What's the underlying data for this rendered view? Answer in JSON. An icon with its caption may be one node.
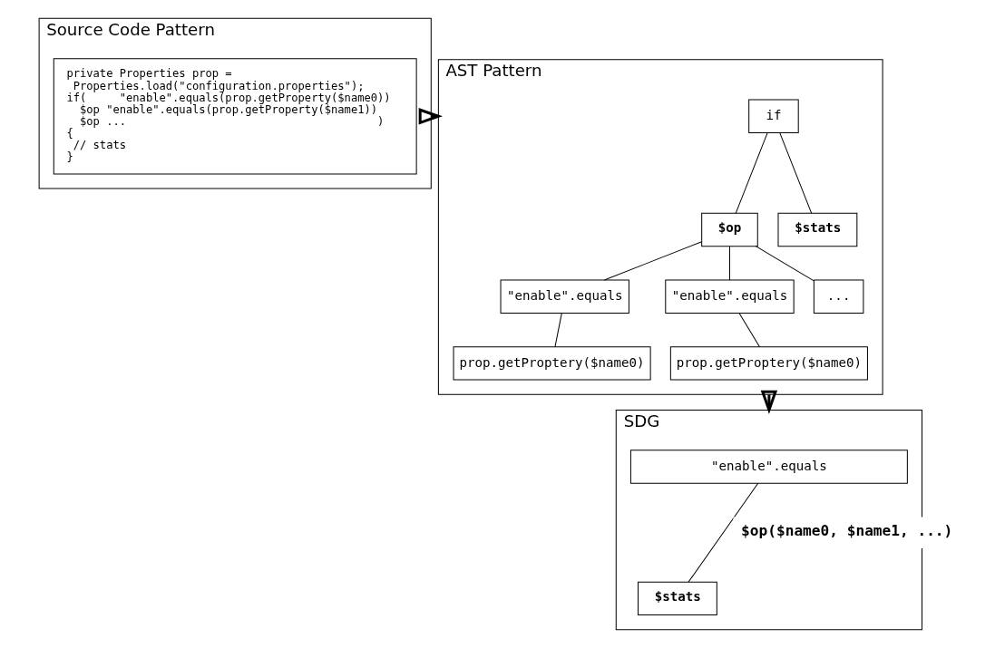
{
  "diagram": {
    "nodes": [
      {
        "text": [
          "Source Code Pattern"
        ]
      },
      {
        "text": [
          "private Properties prop =",
          "  Properties.load(\"configuration.properties\");",
          "if(     \"enable\".equals(prop.getProperty($name0))",
          "   $op \"enable\".equals(prop.getProperty($name1))",
          "   $op ...                                      )",
          "{",
          "  // stats",
          "}"
        ],
        "in": 0
      },
      {
        "text": [
          "AST Pattern"
        ]
      },
      {
        "text": [
          "if"
        ],
        "in": 2
      },
      {
        "text": [
          "$op"
        ],
        "in": 2
      },
      {
        "text": [
          "$stats"
        ],
        "in": 2
      },
      {
        "text": [
          "\"enable\".equals"
        ],
        "in": 2
      },
      {
        "text": [
          "\"enable\".equals"
        ],
        "in": 2
      },
      {
        "text": [
          "..."
        ],
        "in": 2
      },
      {
        "text": [
          "prop.getProptery($name0)"
        ],
        "in": 2
      },
      {
        "text": [
          "prop.getProptery($name0)"
        ],
        "in": 2
      },
      {
        "text": [
          "SDG"
        ]
      },
      {
        "text": [
          "\"enable\".equals"
        ],
        "in": 11
      },
      {
        "text": [
          "$stats"
        ],
        "in": 11
      }
    ],
    "edges": [
      {
        "from": 0,
        "to": 2,
        "arrow": "to",
        "style": "thick"
      },
      {
        "from": 3,
        "to": 4,
        "arrow": "none"
      },
      {
        "from": 3,
        "to": 5,
        "arrow": "none"
      },
      {
        "from": 4,
        "to": 6,
        "arrow": "none"
      },
      {
        "from": 4,
        "to": 7,
        "arrow": "none"
      },
      {
        "from": 4,
        "to": 8,
        "arrow": "none"
      },
      {
        "from": 6,
        "to": 9,
        "arrow": "none"
      },
      {
        "from": 7,
        "to": 10,
        "arrow": "none"
      },
      {
        "from": 2,
        "to": 11,
        "arrow": "to",
        "style": "thick"
      },
      {
        "from": 12,
        "to": 13,
        "arrow": "none",
        "label": "$op($name0, $name1, ...)"
      }
    ]
  }
}
